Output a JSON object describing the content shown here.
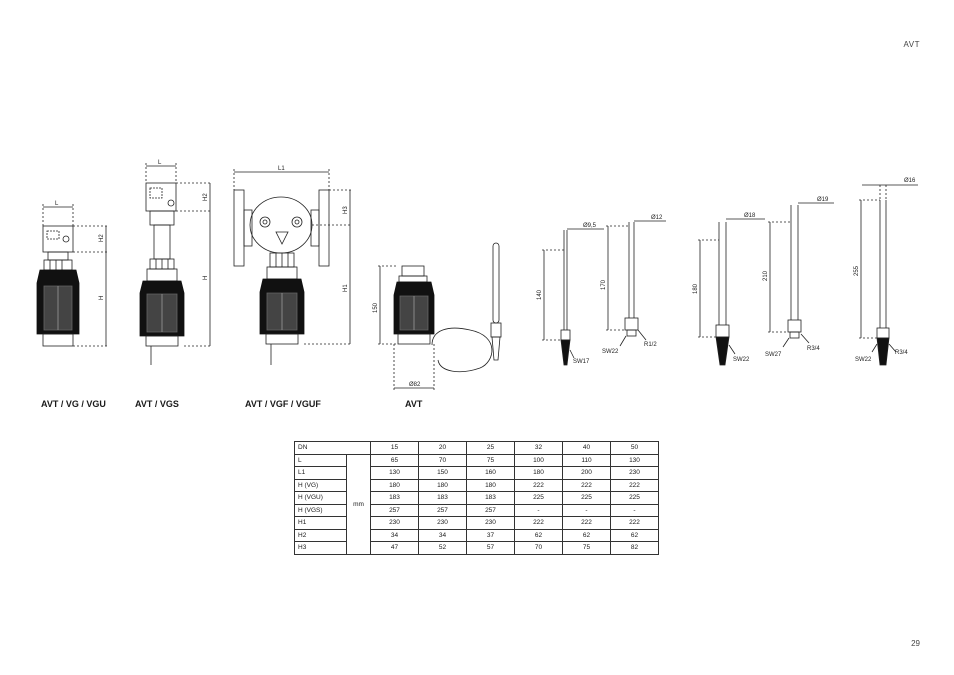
{
  "page": {
    "header": "AVT",
    "number": "29"
  },
  "captions": [
    "AVT / VG / VGU",
    "AVT / VGS",
    "AVT / VGF / VGUF",
    "AVT"
  ],
  "drawing_labels": {
    "vg": {
      "L": "L",
      "H2": "H2",
      "H": "H"
    },
    "vgs": {
      "L": "L",
      "H2": "H2",
      "H": "H"
    },
    "vgf": {
      "L1": "L1",
      "H3": "H3",
      "H1": "H1"
    },
    "avt": {
      "h150": "150",
      "d82": "Ø82"
    },
    "sensor1": {
      "d": "Ø9,5",
      "h": "140",
      "sw": "SW17"
    },
    "sensor2": {
      "d": "Ø12",
      "h": "170",
      "sw": "SW22",
      "r": "R1/2"
    },
    "sensor3": {
      "d": "Ø18",
      "h": "180",
      "sw": "SW22"
    },
    "sensor4": {
      "d": "Ø19",
      "h": "210",
      "sw": "SW27",
      "r": "R3/4"
    },
    "sensor5": {
      "d": "Ø16",
      "h": "255",
      "sw": "SW22",
      "r": "R3/4"
    }
  },
  "table": {
    "dn_label": "DN",
    "dn_values": [
      "15",
      "20",
      "25",
      "32",
      "40",
      "50"
    ],
    "unit": "mm",
    "rows": [
      {
        "label": "L",
        "values": [
          "65",
          "70",
          "75",
          "100",
          "110",
          "130"
        ]
      },
      {
        "label": "L1",
        "values": [
          "130",
          "150",
          "160",
          "180",
          "200",
          "230"
        ]
      },
      {
        "label": "H  (VG)",
        "values": [
          "180",
          "180",
          "180",
          "222",
          "222",
          "222"
        ]
      },
      {
        "label": "H (VGU)",
        "values": [
          "183",
          "183",
          "183",
          "225",
          "225",
          "225"
        ]
      },
      {
        "label": "H (VGS)",
        "values": [
          "257",
          "257",
          "257",
          "-",
          "-",
          "-"
        ]
      },
      {
        "label": "H1",
        "values": [
          "230",
          "230",
          "230",
          "222",
          "222",
          "222"
        ]
      },
      {
        "label": "H2",
        "values": [
          "34",
          "34",
          "37",
          "62",
          "62",
          "62"
        ]
      },
      {
        "label": "H3",
        "values": [
          "47",
          "52",
          "57",
          "70",
          "75",
          "82"
        ]
      }
    ]
  }
}
